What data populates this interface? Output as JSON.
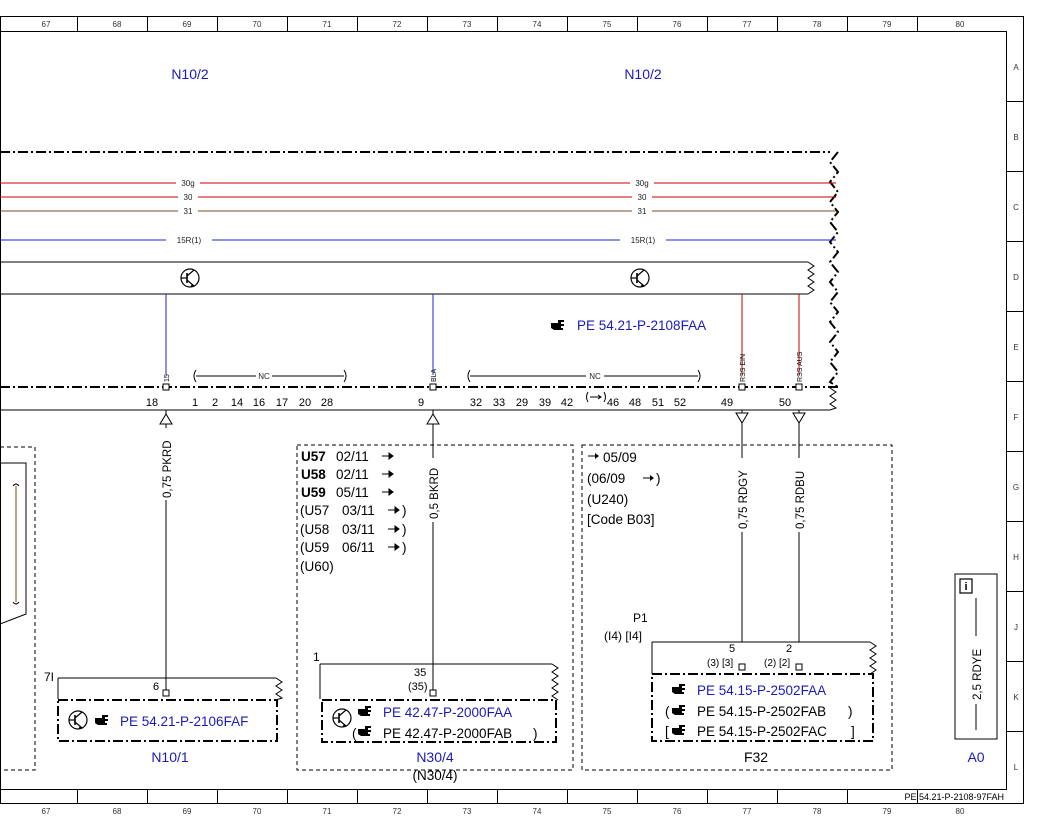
{
  "colors": {
    "blue_link": "#1a1ab8",
    "wire_red": "#cc0000",
    "wire_brown": "#7a4a2a",
    "wire_blue": "#2222cc",
    "line": "#000000"
  },
  "grid": {
    "columns": [
      "67",
      "68",
      "69",
      "70",
      "71",
      "72",
      "73",
      "74",
      "75",
      "76",
      "77",
      "78",
      "79",
      "80"
    ],
    "rows": [
      "A",
      "B",
      "C",
      "D",
      "E",
      "F",
      "G",
      "H",
      "J",
      "K",
      "L"
    ]
  },
  "components": {
    "n10_2_left": "N10/2",
    "n10_2_right": "N10/2",
    "n10_1": "N10/1",
    "n30_4": "N30/4",
    "n30_4_paren": "(N30/4)",
    "f32": "F32",
    "a0": "A0"
  },
  "busbars": {
    "left": {
      "b30g": "30g",
      "b30": "30",
      "b31": "31",
      "b15r": "15R(1)"
    },
    "right": {
      "b30g": "30g",
      "b30": "30",
      "b31": "31",
      "b15r": "15R(1)"
    }
  },
  "reference_top": "PE 54.21-P-2108FAA",
  "connector_pins": {
    "p18": "18",
    "p1": "1",
    "p2": "2",
    "p14": "14",
    "p16": "16",
    "p17": "17",
    "p20": "20",
    "p28": "28",
    "p9": "9",
    "p32": "32",
    "p33": "33",
    "p29": "29",
    "p39": "39",
    "p42": "42",
    "p46": "46",
    "p48": "48",
    "p51": "51",
    "p52": "52",
    "p49": "49",
    "p50": "50",
    "nc_left": "NC",
    "nc_right": "NC",
    "sig_15": "15",
    "sig_bla": "BLA",
    "sig_rss_ein": "RSS EIN",
    "sig_rss_aus": "RSS AUS"
  },
  "wires": {
    "w1": "0,75 PKRD",
    "w2": "0,5 BKRD",
    "w3": "0,75 RDGY",
    "w4": "0,75 RDBU",
    "w5": "2,5 RDYE"
  },
  "variants_left": [
    {
      "code": "U57",
      "date": "02/11"
    },
    {
      "code": "U58",
      "date": "02/11"
    },
    {
      "code": "U59",
      "date": "05/11"
    },
    {
      "code": "(U57",
      "date": "03/11"
    },
    {
      "code": "(U58",
      "date": "03/11"
    },
    {
      "code": "(U59",
      "date": "06/11"
    },
    {
      "code": "(U60)",
      "date": ""
    }
  ],
  "variants_right": {
    "l1": "05/09",
    "l2a": "(06/09",
    "l2b": ")",
    "l3": "(U240)",
    "l4": "[Code B03]"
  },
  "n10_1_block": {
    "pin_left": "7I",
    "pin": "6",
    "ref": "PE 54.21-P-2106FAF"
  },
  "n30_4_block": {
    "pin_left": "1",
    "pin": "35",
    "pin_paren": "(35)",
    "ref1": "PE 42.47-P-2000FAA",
    "ref2": "PE 42.47-P-2000FAB"
  },
  "f32_block": {
    "p1": "P1",
    "p1_sub": "(I4) [I4]",
    "pin5": "5",
    "pin5_sub": "(3) [3]",
    "pin2": "2",
    "pin2_sub": "(2) [2]",
    "ref1": "PE 54.15-P-2502FAA",
    "ref2": "PE 54.15-P-2502FAB",
    "ref3": "PE 54.15-P-2502FAC"
  },
  "footer_code": "PE 54.21-P-2108-97FAH"
}
